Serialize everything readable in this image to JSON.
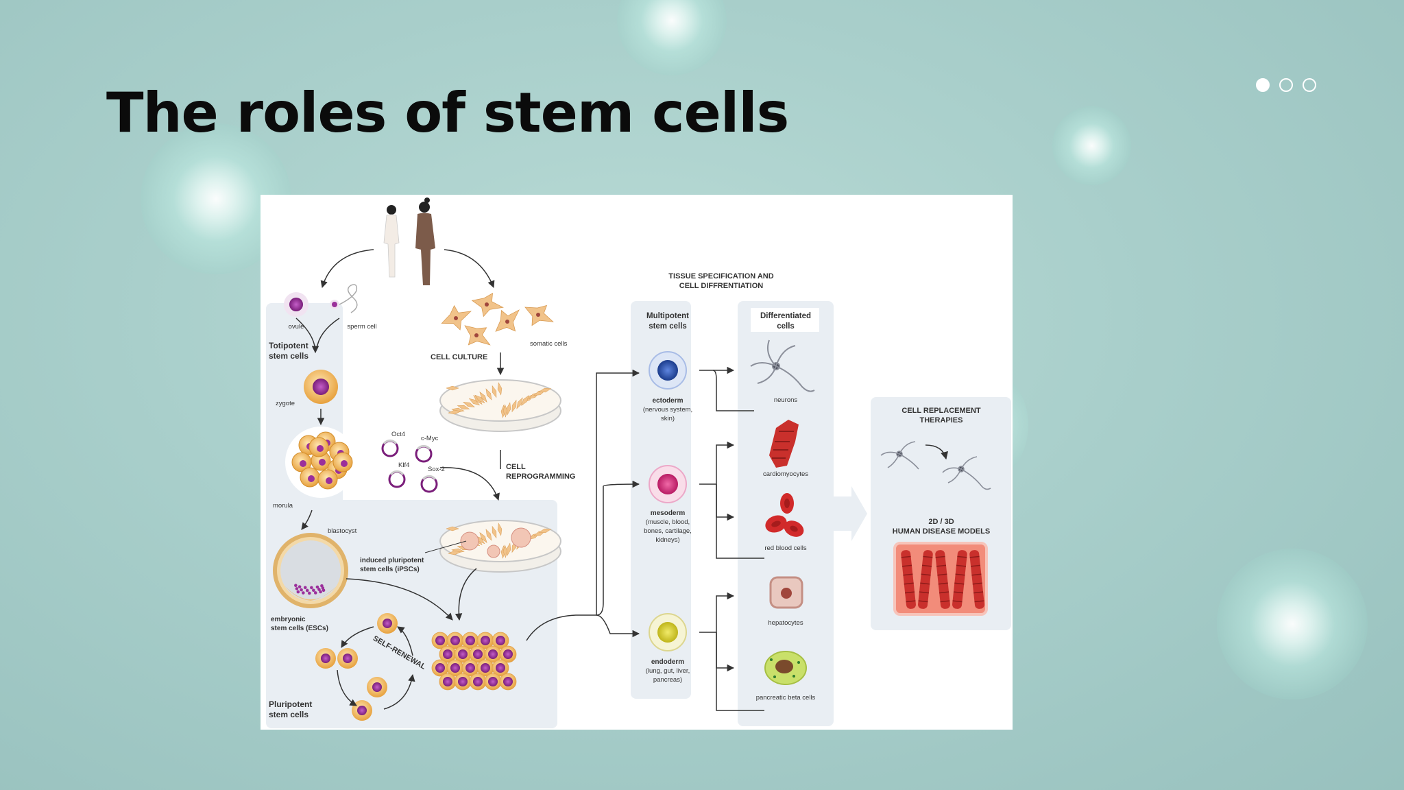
{
  "slide": {
    "title": "The roles of stem cells",
    "pager": {
      "count": 3,
      "active": 1
    }
  },
  "diagram": {
    "labels": {
      "ovule": "ovule",
      "sperm": "sperm cell",
      "totipotent": [
        "Totipotent",
        "stem cells"
      ],
      "zygote": "zygote",
      "morula": "morula",
      "blastocyst": "blastocyst",
      "escs": [
        "embryonic",
        "stem cells (ESCs)"
      ],
      "self_renewal": "SELF-RENEWAL",
      "pluripotent": [
        "Pluripotent",
        "stem cells"
      ],
      "somatic": "somatic cells",
      "cell_culture": "CELL CULTURE",
      "oct4": "Oct4",
      "cmyc": "c-Myc",
      "klf4": "Klf4",
      "sox2": "Sox-2",
      "reprogramming": [
        "CELL",
        "REPROGRAMMING"
      ],
      "ipscs": [
        "induced pluripotent",
        "stem cells (iPSCs)"
      ],
      "tissue_spec": [
        "TISSUE SPECIFICATION AND",
        "CELL DIFFRENTIATION"
      ],
      "multipotent": [
        "Multipotent",
        "stem cells"
      ],
      "differentiated": [
        "Differentiated",
        "cells"
      ],
      "ectoderm": "ectoderm",
      "ectoderm_desc": [
        "(nervous system,",
        "skin)"
      ],
      "mesoderm": "mesoderm",
      "mesoderm_desc": [
        "(muscle, blood,",
        "bones, cartilage,",
        "kidneys)"
      ],
      "endoderm": "endoderm",
      "endoderm_desc": [
        "(lung, gut, liver,",
        "pancreas)"
      ],
      "neurons": "neurons",
      "cardiomyocytes": "cardiomyocytes",
      "rbc": "red blood cells",
      "hepatocytes": "hepatocytes",
      "beta": "pancreatic beta cells",
      "therapies": [
        "CELL REPLACEMENT",
        "THERAPIES"
      ],
      "models": [
        "2D / 3D",
        "HUMAN DISEASE MODELS"
      ]
    },
    "colors": {
      "panel": "#e9eef3",
      "purple": "#9b2f9b",
      "orange": "#f2b154",
      "ectoderm": "#2b5bb8",
      "mesoderm": "#d4287a",
      "endoderm": "#d9cf1f",
      "muscle": "#c9302c"
    }
  }
}
